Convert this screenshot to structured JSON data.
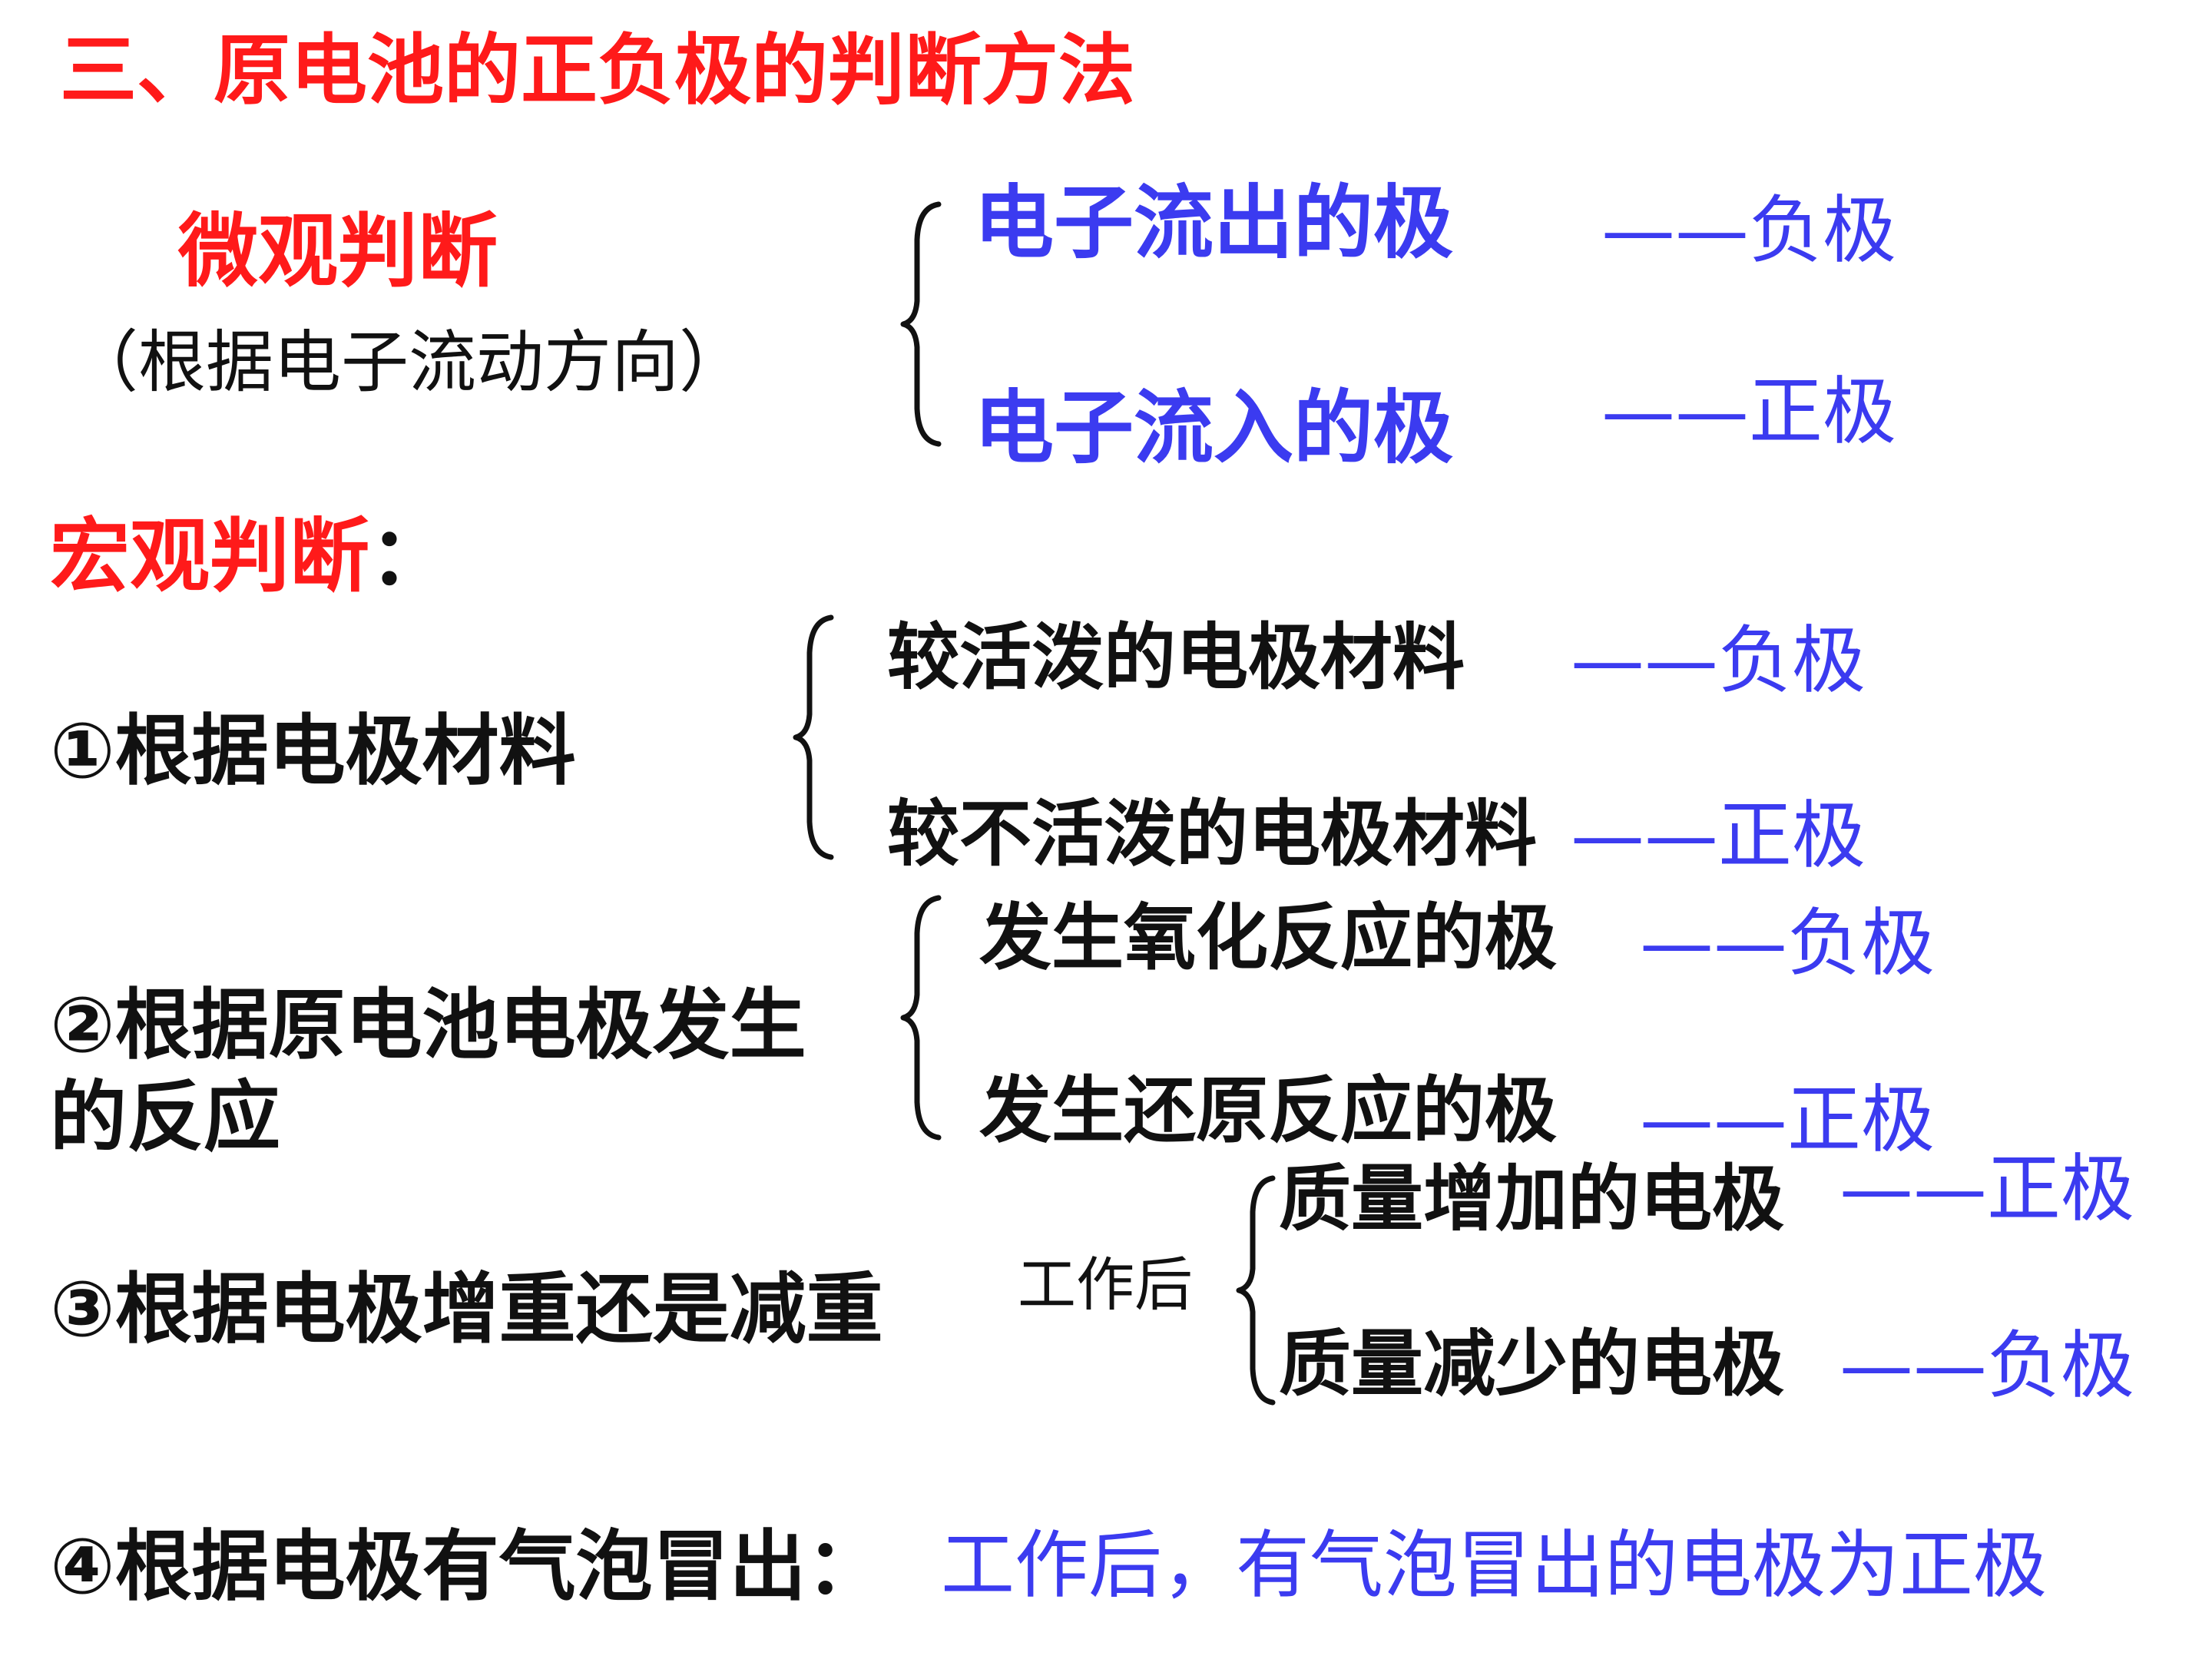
{
  "title": "三、原电池的正负极的判断方法",
  "micro": {
    "heading": "微观判断",
    "subheading": "（根据电子流动方向）",
    "out_text": "电子流出的极",
    "out_result": "——负极",
    "in_text": "电子流入的极",
    "in_result": "——正极"
  },
  "macro": {
    "heading": "宏观判断",
    "colon": "："
  },
  "rule1": {
    "label": "①根据电极材料",
    "a_text": "较活泼的电极材料",
    "a_result": "——负极",
    "b_text": "较不活泼的电极材料",
    "b_result": "——正极"
  },
  "rule2": {
    "label_line1": "②根据原电池电极发生",
    "label_line2": "的反应",
    "a_text": "发生氧化反应的极",
    "a_result": "——负极",
    "b_text": "发生还原反应的极",
    "b_result": "——正极"
  },
  "rule3": {
    "label": "③根据电极增重还是减重",
    "condition": "工作后",
    "a_text": "质量增加的电极",
    "a_result": "——正极",
    "b_text": "质量减少的电极",
    "b_result": "——负极"
  },
  "rule4": {
    "label": "④根据电极有气泡冒出：",
    "result": "工作后，有气泡冒出的电极为正极"
  },
  "colors": {
    "heading_red": "#ff1a1a",
    "answer_blue": "#3b3bf0",
    "text_black": "#111111"
  }
}
